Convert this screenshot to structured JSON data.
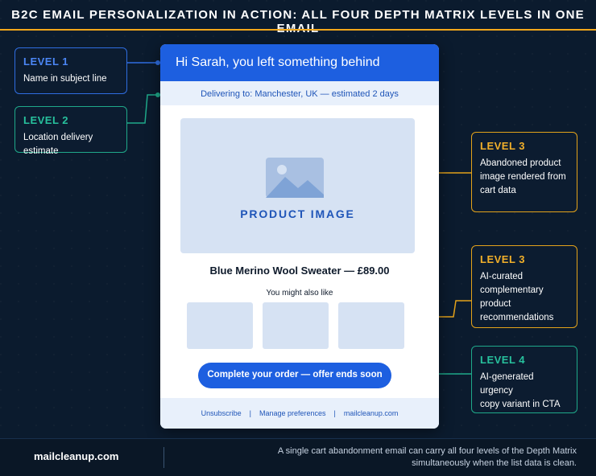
{
  "title": "B2C EMAIL PERSONALIZATION IN ACTION: ALL FOUR DEPTH MATRIX LEVELS IN ONE EMAIL",
  "callouts": [
    {
      "level": "LEVEL 1",
      "desc_lines": [
        "Name in subject line"
      ],
      "color": "#2f6de0"
    },
    {
      "level": "LEVEL 2",
      "desc_lines": [
        "Location delivery estimate"
      ],
      "color": "#1fa98a"
    },
    {
      "level": "LEVEL 3",
      "desc_lines": [
        "Abandoned product",
        "image rendered from",
        "cart data"
      ],
      "color": "#e3a21a"
    },
    {
      "level": "LEVEL 3",
      "desc_lines": [
        "AI-curated",
        "complementary product",
        "recommendations"
      ],
      "color": "#e3a21a"
    },
    {
      "level": "LEVEL 4",
      "desc_lines": [
        "AI-generated urgency",
        "copy variant in CTA"
      ],
      "color": "#1fa98a"
    }
  ],
  "email": {
    "subject": "Hi Sarah, you left something behind",
    "delivery": "Delivering to: Manchester, UK — estimated 2 days",
    "image_label": "PRODUCT IMAGE",
    "product": "Blue Merino Wool Sweater — £89.00",
    "also_like": "You might also like",
    "cta": "Complete your order — offer ends soon",
    "footer": {
      "unsubscribe": "Unsubscribe",
      "sep": "|",
      "preferences": "Manage preferences",
      "site": "mailcleanup.com"
    }
  },
  "footer_bar": {
    "brand": "mailcleanup.com",
    "tagline_lines": [
      "A single cart abandonment email can carry all four levels of the Depth Matrix",
      "simultaneously when the list data is clean."
    ]
  },
  "colors": {
    "accent_blue": "#1d5fe0",
    "amber": "#f2a71b",
    "teal": "#1fa98a",
    "background": "#0b1b2e"
  }
}
